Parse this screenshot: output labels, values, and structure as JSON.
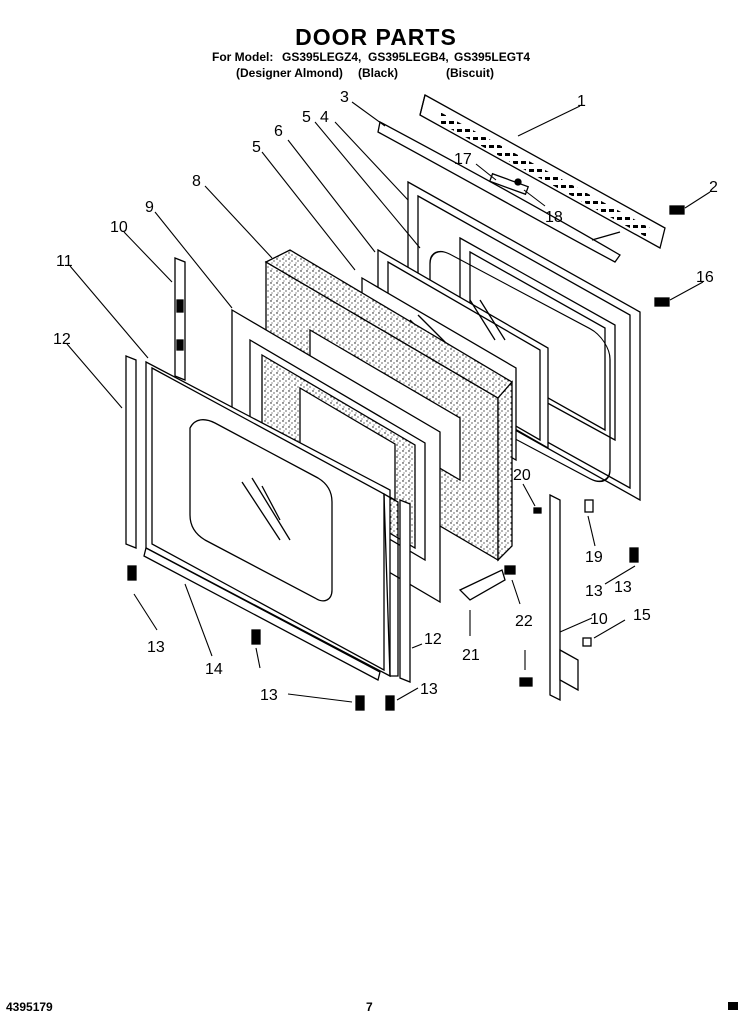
{
  "header": {
    "title": "DOOR PARTS",
    "model_label": "For Model:",
    "models": [
      "GS395LEGZ4,",
      "GS395LEGB4,",
      "GS395LEGT4"
    ],
    "colors": [
      "(Designer Almond)",
      "(Black)",
      "(Biscuit)"
    ]
  },
  "callouts": [
    "1",
    "2",
    "3",
    "4",
    "5",
    "5",
    "6",
    "8",
    "9",
    "10",
    "11",
    "12",
    "16",
    "17",
    "18",
    "20",
    "19",
    "13",
    "15",
    "10",
    "22",
    "21",
    "12",
    "13",
    "13",
    "14",
    "13",
    "13"
  ],
  "footer": {
    "part_number": "4395179",
    "page_number": "7"
  }
}
